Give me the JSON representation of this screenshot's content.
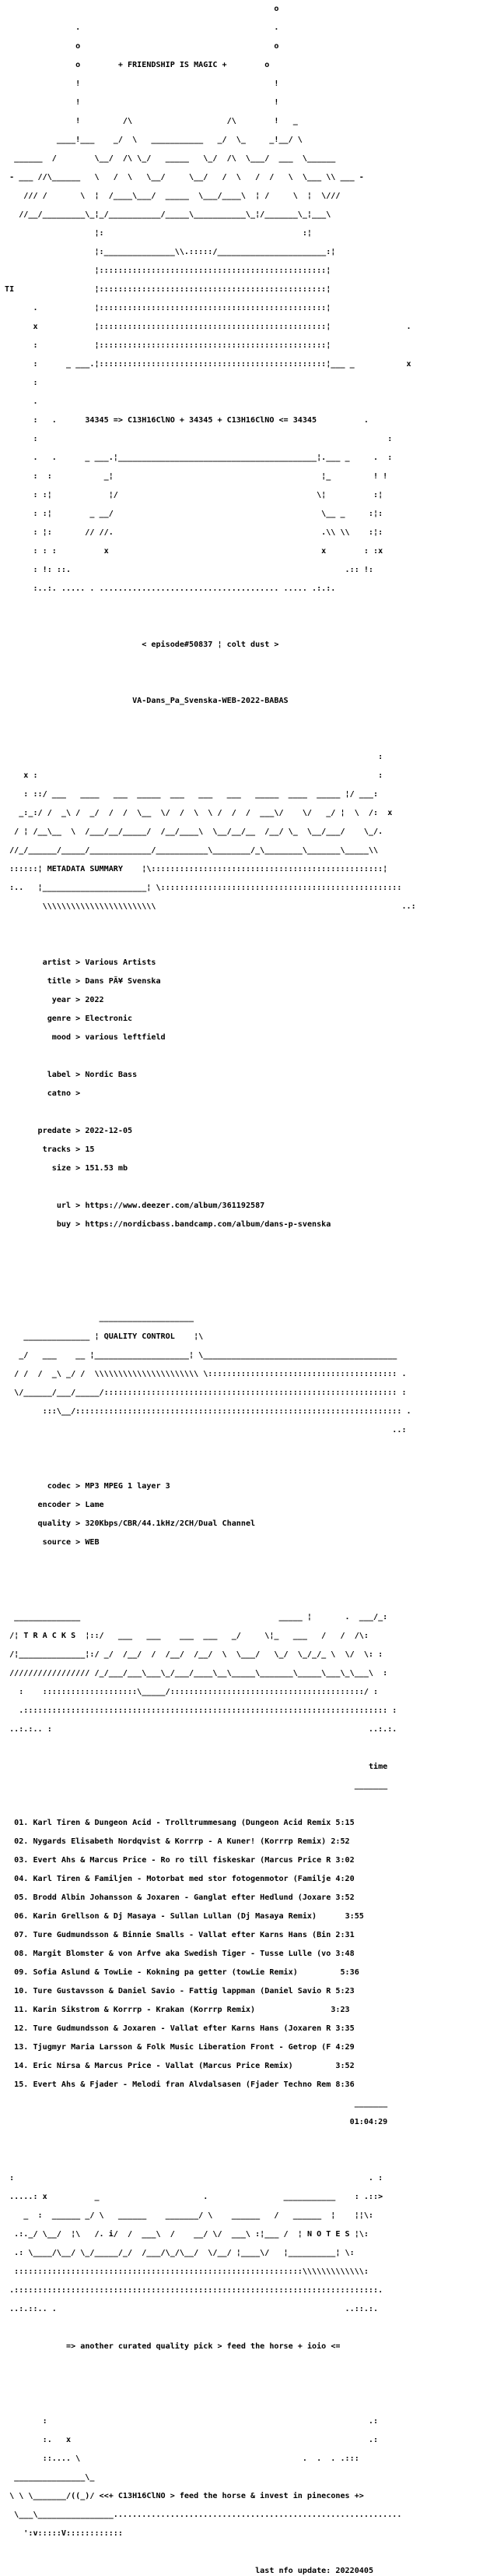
{
  "banner_title": "+ FRIENDSHIP IS MAGIC +",
  "formula_line": "34345 => C13H16ClNO + 34345 + C13H16ClNO <= 34345",
  "episode": "< episode#50837 ¦ colt dust >",
  "release": "VA-Dans_Pa_Svenska-WEB-2022-BABAS",
  "metadata_heading": "METADATA SUMMARY",
  "metadata": [
    {
      "key": "artist",
      "value": "Various Artists"
    },
    {
      "key": "title",
      "value": "Dans PÃ¥ Svenska"
    },
    {
      "key": "year",
      "value": "2022"
    },
    {
      "key": "genre",
      "value": "Electronic"
    },
    {
      "key": "mood",
      "value": "various leftfield"
    },
    {
      "key": "label",
      "value": "Nordic Bass"
    },
    {
      "key": "catno",
      "value": ""
    },
    {
      "key": "predate",
      "value": "2022-12-05"
    },
    {
      "key": "tracks",
      "value": "15"
    },
    {
      "key": "size",
      "value": "151.53 mb"
    },
    {
      "key": "url",
      "value": "https://www.deezer.com/album/361192587"
    },
    {
      "key": "buy",
      "value": "https://nordicbass.bandcamp.com/album/dans-p-svenska"
    }
  ],
  "quality_heading": "QUALITY CONTROL",
  "quality": [
    {
      "key": "codec",
      "value": "MP3 MPEG 1 layer 3"
    },
    {
      "key": "encoder",
      "value": "Lame"
    },
    {
      "key": "quality",
      "value": "320Kbps/CBR/44.1kHz/2CH/Dual Channel"
    },
    {
      "key": "source",
      "value": "WEB"
    }
  ],
  "tracks_heading": "T R A C K S",
  "time_header": "time",
  "tracklist": [
    {
      "num": "01.",
      "title": "Karl Tiren & Dungeon Acid - Trolltrummesang (Dungeon Acid Remix",
      "time": "5:15"
    },
    {
      "num": "02.",
      "title": "Nygards Elisabeth Nordqvist & Korrrp - A Kuner! (Korrrp Remix)",
      "time": "2:52"
    },
    {
      "num": "03.",
      "title": "Evert Ahs & Marcus Price - Ro ro till fiskeskar (Marcus Price R",
      "time": "3:02"
    },
    {
      "num": "04.",
      "title": "Karl Tiren & Familjen - Motorbat med stor fotogenmotor (Familje",
      "time": "4:20"
    },
    {
      "num": "05.",
      "title": "Brodd Albin Johansson & Joxaren - Ganglat efter Hedlund (Joxare",
      "time": "3:52"
    },
    {
      "num": "06.",
      "title": "Karin Grellson & Dj Masaya - Sullan Lullan (Dj Masaya Remix)",
      "time": "3:55"
    },
    {
      "num": "07.",
      "title": "Ture Gudmundsson & Binnie Smalls - Vallat efter Karns Hans (Bin",
      "time": "2:31"
    },
    {
      "num": "08.",
      "title": "Margit Blomster & von Arfve aka Swedish Tiger - Tusse Lulle (vo",
      "time": "3:48"
    },
    {
      "num": "09.",
      "title": "Sofia Aslund & TowLie - Kokning pa getter (towLie Remix)",
      "time": "5:36"
    },
    {
      "num": "10.",
      "title": "Ture Gustavsson & Daniel Savio - Fattig lappman (Daniel Savio R",
      "time": "5:23"
    },
    {
      "num": "11.",
      "title": "Karin Sikstrom & Korrrp - Krakan (Korrrp Remix)",
      "time": "3:23"
    },
    {
      "num": "12.",
      "title": "Ture Gudmundsson & Joxaren - Vallat efter Karns Hans (Joxaren R",
      "time": "3:35"
    },
    {
      "num": "13.",
      "title": "Tjugmyr Maria Larsson & Folk Music Liberation Front - Getrop (F",
      "time": "4:29"
    },
    {
      "num": "14.",
      "title": "Eric Nirsa & Marcus Price - Vallat (Marcus Price Remix)",
      "time": "3:52"
    },
    {
      "num": "15.",
      "title": "Evert Ahs & Fjader - Melodi fran Alvdalsasen (Fjader Techno Rem",
      "time": "8:36"
    }
  ],
  "total_time": "01:04:29",
  "notes_heading": "N O T E S",
  "notes_line": "=> another curated quality pick > feed the horse + ioio <=",
  "footer_formula": "<<+ C13H16ClNO > feed the horse & invest in pinecones +>",
  "last_update": "last nfo update: 20220405"
}
